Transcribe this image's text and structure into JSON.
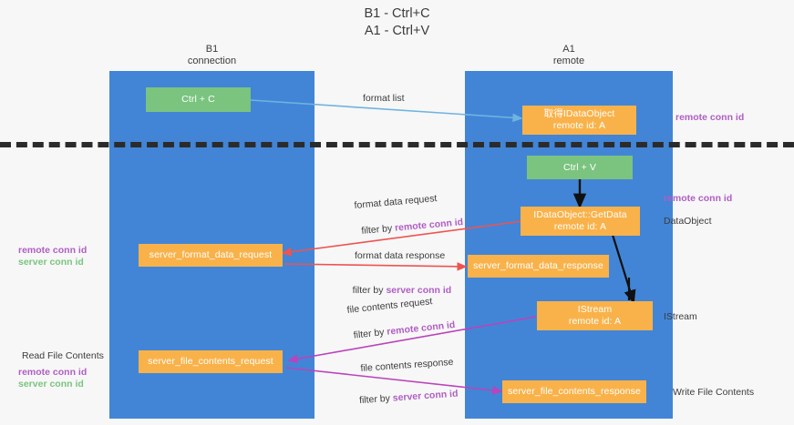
{
  "title": "B1 - Ctrl+C\nA1 - Ctrl+V",
  "columns": {
    "left": {
      "name": "B1",
      "role": "connection",
      "label": "B1\nconnection"
    },
    "right": {
      "name": "A1",
      "role": "remote",
      "label": "A1\nremote"
    }
  },
  "colors": {
    "lane": "#4285d6",
    "node_green": "#7ac47f",
    "node_orange": "#f9b24a",
    "text_purple": "#b05ec4",
    "text_green": "#7ac47f",
    "divider": "#2b2b2b",
    "arrow_blue": "#6fb3e0",
    "arrow_red": "#ef5350",
    "arrow_magenta": "#bb43bb",
    "arrow_black": "#111111",
    "canvas_bg": "#f7f7f7"
  },
  "nodes": {
    "ctrl_c": "Ctrl + C",
    "ctrl_v": "Ctrl + V",
    "get_idataobject": "取得IDataObject\nremote id: A",
    "idataobject_getdata": "IDataObject::GetData\nremote id: A",
    "istream": "IStream\nremote id: A",
    "server_format_data_request": "server_format_data_request",
    "server_format_data_response": "server_format_data_response",
    "server_file_contents_request": "server_file_contents_request",
    "server_file_contents_response": "server_file_contents_response"
  },
  "edge_labels": {
    "format_list": "format list",
    "format_data_request": "format data request",
    "format_data_request_filter_prefix": "filter by ",
    "format_data_request_filter_key": "remote conn id",
    "format_data_response": "format data response",
    "format_data_response_filter_prefix": "filter by ",
    "format_data_response_filter_key": "server conn id",
    "file_contents_request": "file contents request",
    "file_contents_request_filter_prefix": "filter by ",
    "file_contents_request_filter_key": "remote conn id",
    "file_contents_response": "file contents response",
    "file_contents_response_filter_prefix": "filter by ",
    "file_contents_response_filter_key": "server conn id"
  },
  "side_labels": {
    "right_remote_conn_id_top": "remote conn id",
    "right_remote_conn_id_mid": "remote conn id",
    "right_dataobject": "DataObject",
    "right_istream": "IStream",
    "right_write_file_contents": "Write File Contents",
    "left_remote_conn_id": "remote conn id",
    "left_server_conn_id": "server conn id",
    "left_read_file_contents": "Read File Contents",
    "left_remote_conn_id_2": "remote conn id",
    "left_server_conn_id_2": "server conn id"
  }
}
